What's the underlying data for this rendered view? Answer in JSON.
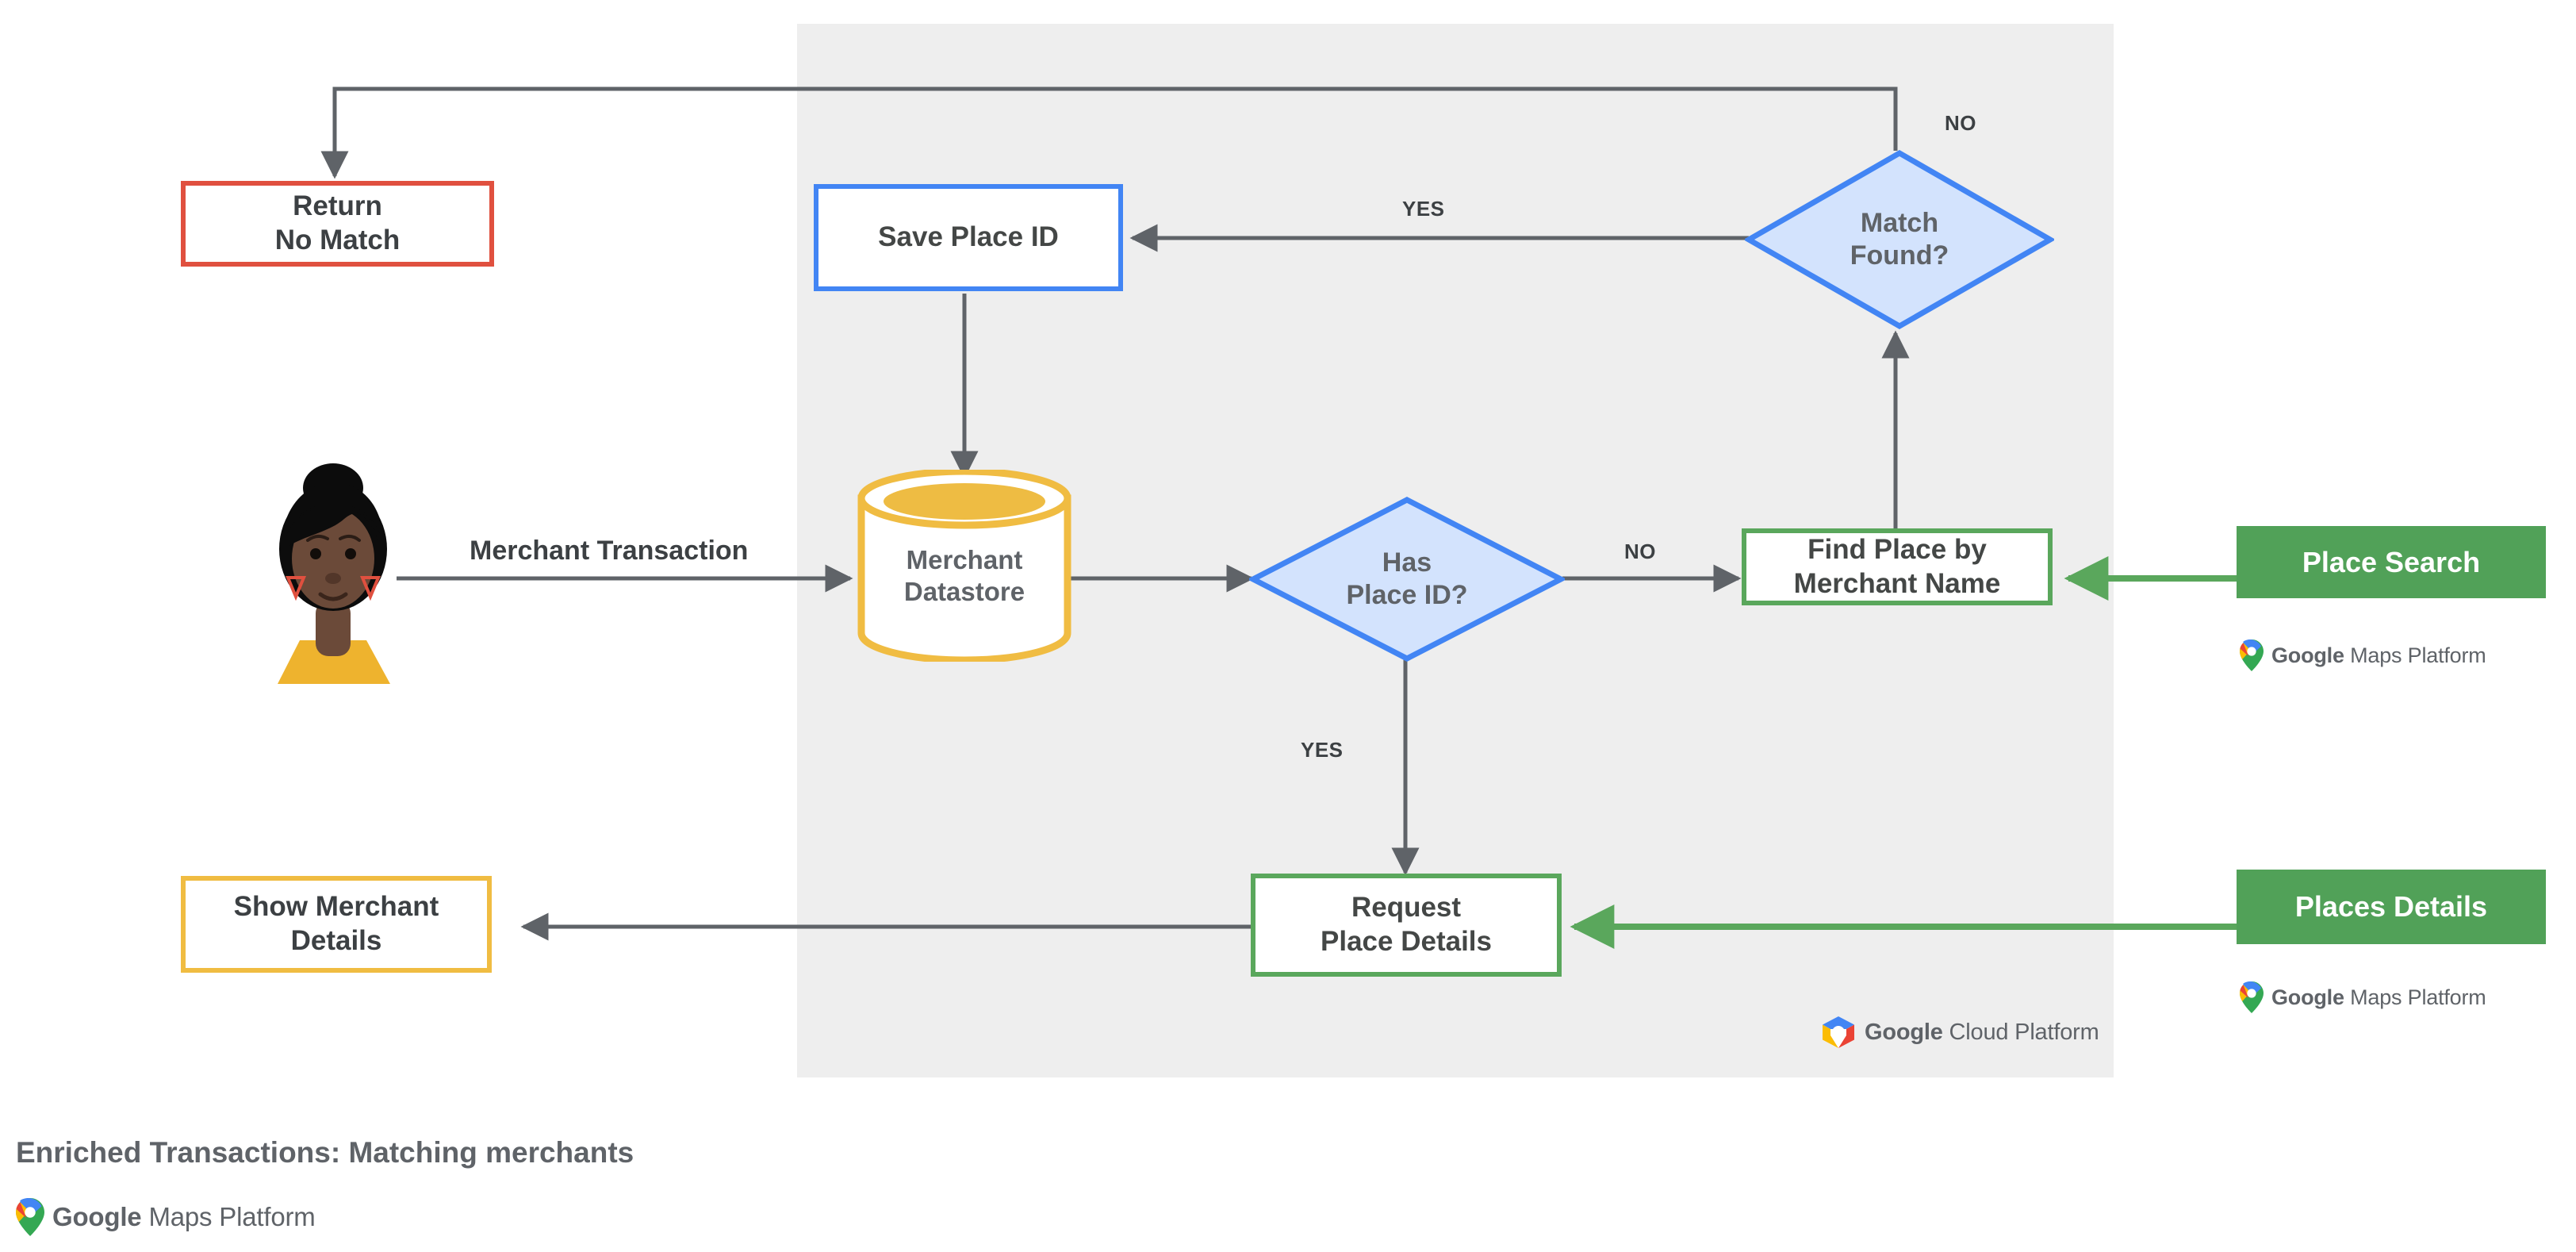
{
  "diagram": {
    "caption": "Enriched Transactions: Matching merchants",
    "platform_badge": {
      "brand": "Google",
      "product": "Cloud Platform",
      "icon": "google-cloud-platform-hexagon-icon"
    },
    "footer_badge": {
      "brand": "Google",
      "product": "Maps Platform",
      "icon": "google-maps-pin-icon"
    },
    "actor": {
      "name": "merchant-customer-avatar",
      "icon": "person-avatar-icon"
    },
    "nodes": [
      {
        "id": "return-no-match",
        "label": "Return\nNo Match",
        "shape": "rect",
        "accent": "#e0503f"
      },
      {
        "id": "save-place-id",
        "label": "Save Place ID",
        "shape": "rect",
        "accent": "#4285f4"
      },
      {
        "id": "match-found",
        "label": "Match\nFound?",
        "shape": "diamond",
        "accent": "#4285f4",
        "fill": "#d3e3fd"
      },
      {
        "id": "merchant-datastore",
        "label": "Merchant\nDatastore",
        "shape": "cylinder",
        "accent": "#f0bc42"
      },
      {
        "id": "has-place-id",
        "label": "Has\nPlace ID?",
        "shape": "diamond",
        "accent": "#4285f4",
        "fill": "#d3e3fd"
      },
      {
        "id": "find-place-by-merchant-name",
        "label": "Find Place by\nMerchant Name",
        "shape": "rect",
        "accent": "#5aa75c"
      },
      {
        "id": "request-place-details",
        "label": "Request\nPlace Details",
        "shape": "rect",
        "accent": "#5aa75c"
      },
      {
        "id": "show-merchant-details",
        "label": "Show Merchant\nDetails",
        "shape": "rect",
        "accent": "#f0bc42"
      },
      {
        "id": "place-search",
        "label": "Place Search",
        "shape": "api-card",
        "fill": "#51a158"
      },
      {
        "id": "places-details",
        "label": "Places Details",
        "shape": "api-card",
        "fill": "#51a158"
      }
    ],
    "edge_labels": {
      "merchant_transaction": "Merchant Transaction",
      "has_place_id_yes": "YES",
      "has_place_id_no": "NO",
      "match_found_yes": "YES",
      "match_found_no": "NO"
    },
    "colors": {
      "panel_background": "#eeeeee",
      "connector": "#5f6368",
      "green_connector": "#5aa75c",
      "text": "#5f6368",
      "red": "#e0503f",
      "blue": "#4285f4",
      "green": "#5aa75c",
      "yellow": "#f0bc42",
      "diamond_fill": "#d3e3fd"
    }
  }
}
